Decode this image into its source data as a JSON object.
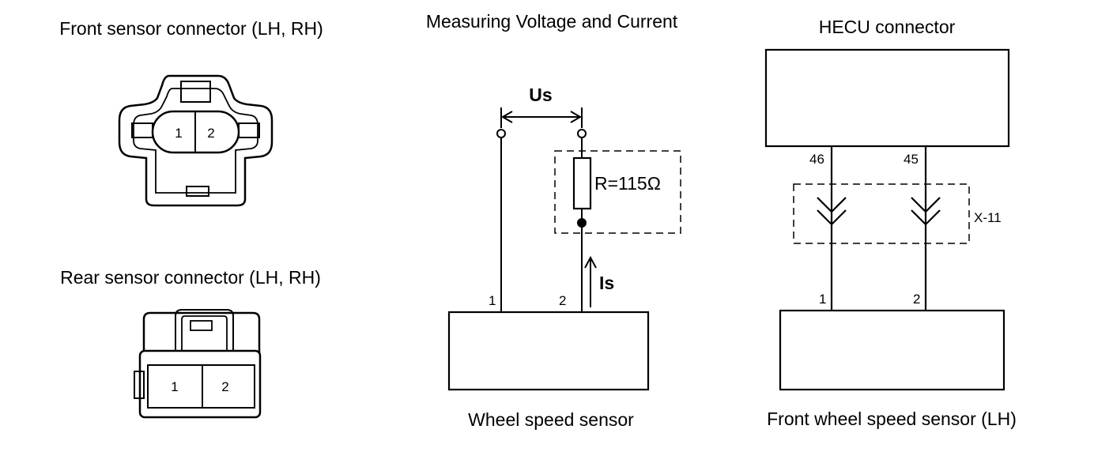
{
  "front_connector": {
    "title": "Front sensor connector (LH, RH)",
    "pin1": "1",
    "pin2": "2"
  },
  "rear_connector": {
    "title": "Rear sensor connector (LH, RH)",
    "pin1": "1",
    "pin2": "2"
  },
  "measuring": {
    "title": "Measuring Voltage and Current",
    "voltage_label": "Us",
    "resistor_label": "R=115Ω",
    "current_label": "Is",
    "pin1": "1",
    "pin2": "2",
    "sensor_label": "Wheel speed sensor"
  },
  "hecu": {
    "title": "HECU connector",
    "pin_left": "46",
    "pin_right": "45",
    "connector_label": "X-11",
    "sensor_pin1": "1",
    "sensor_pin2": "2",
    "sensor_label": "Front wheel speed sensor (LH)"
  }
}
